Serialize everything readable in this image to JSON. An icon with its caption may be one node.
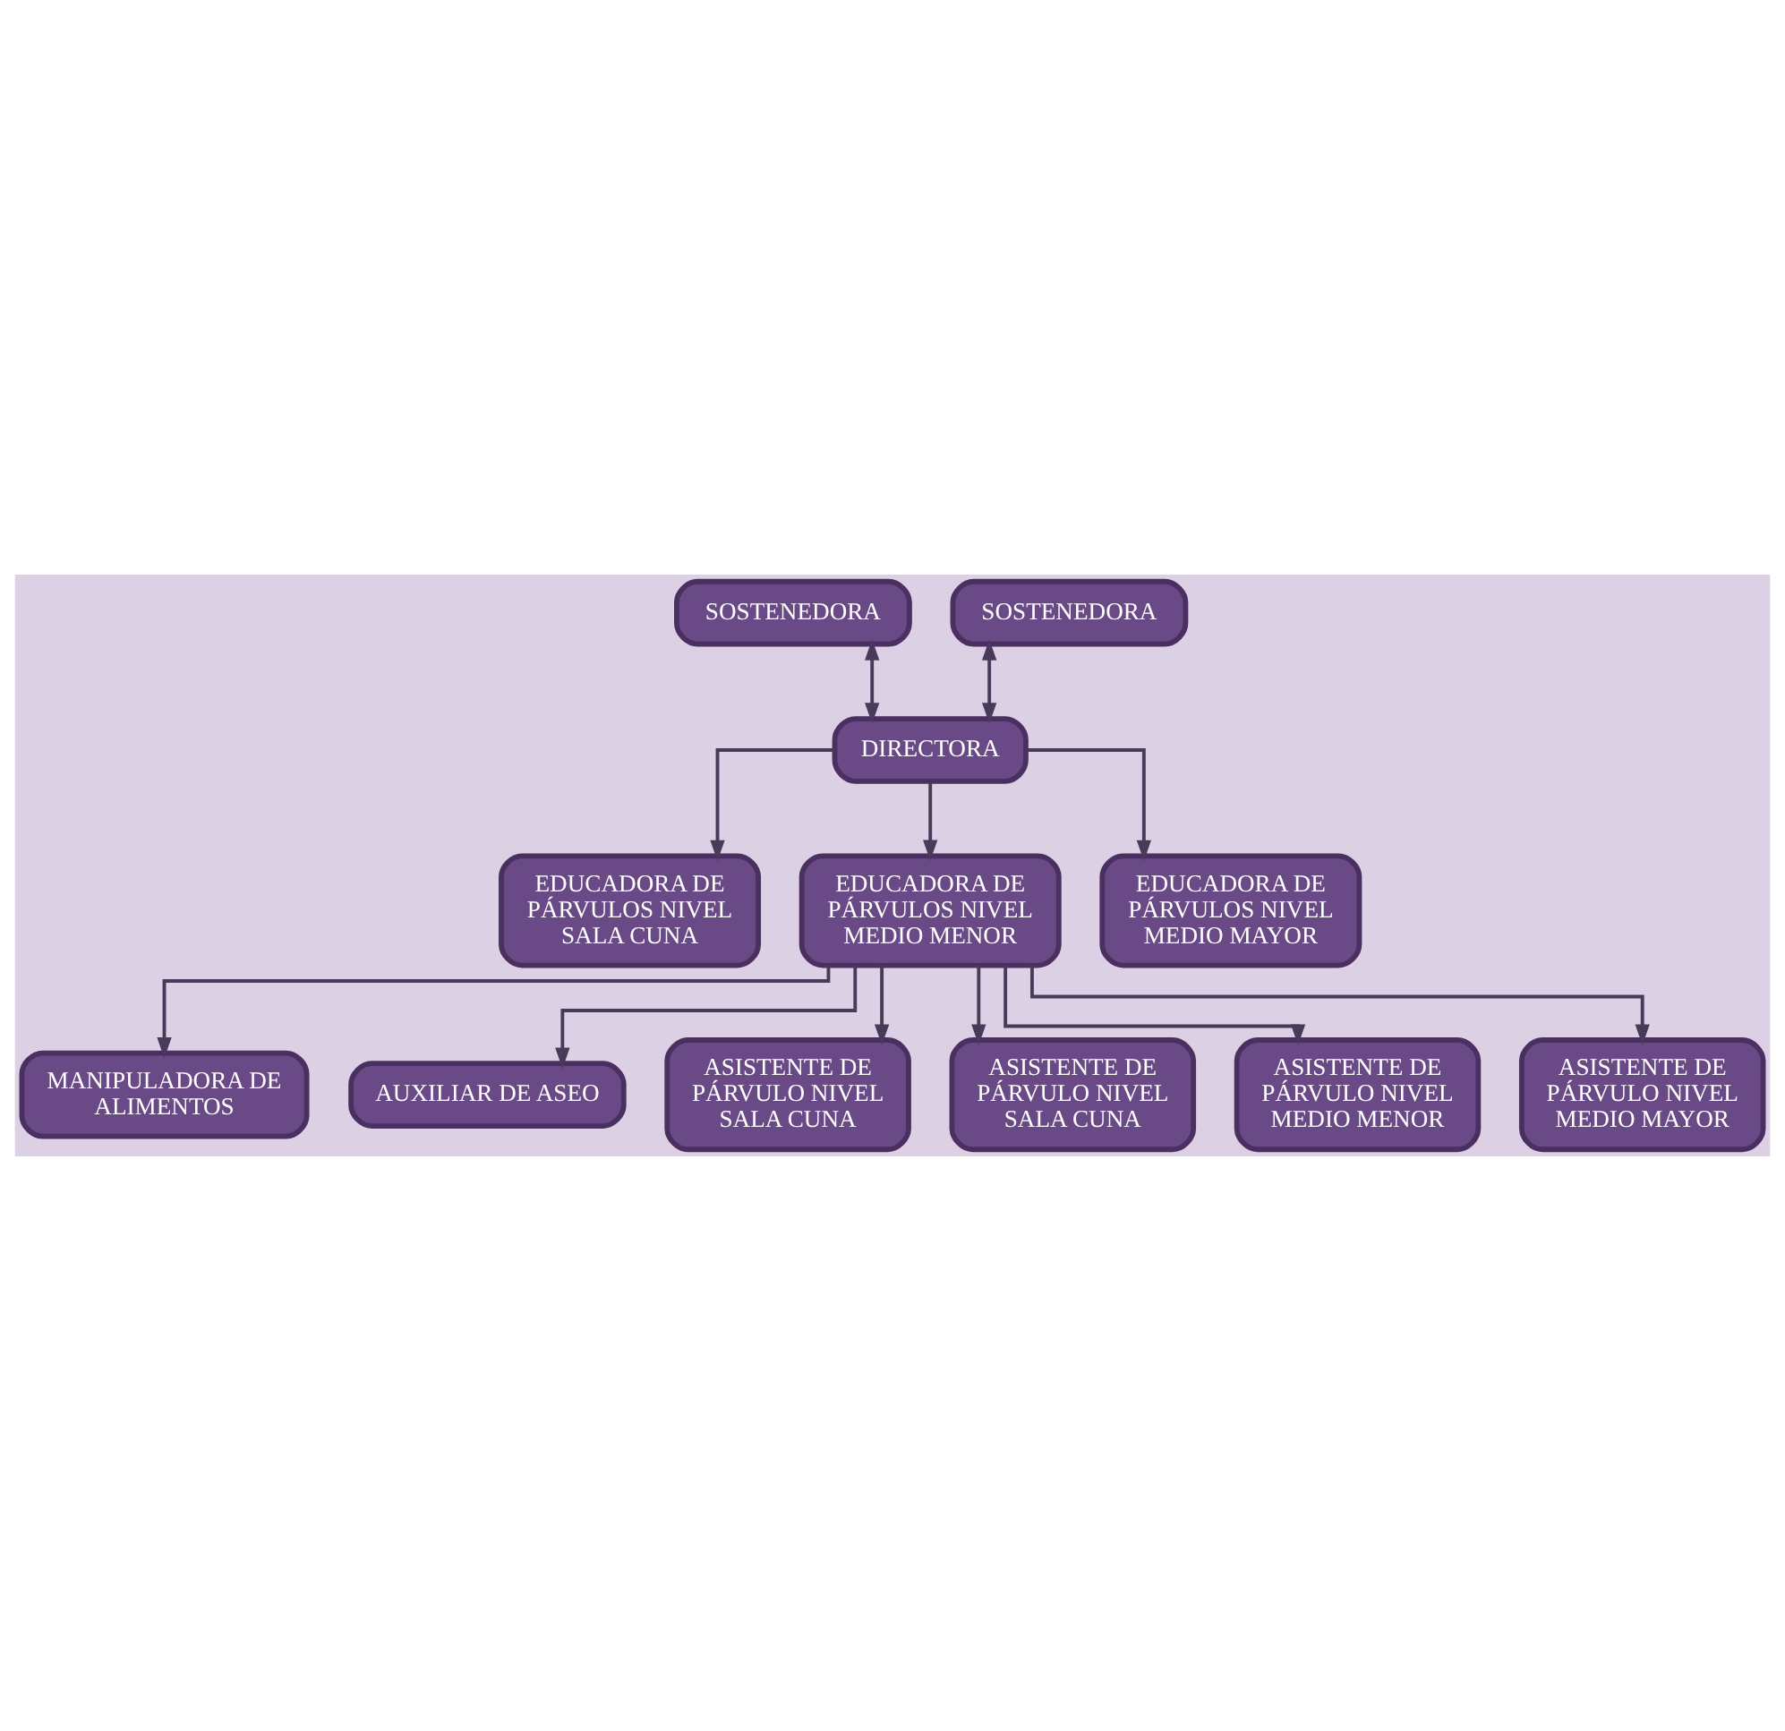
{
  "diagram": {
    "nodes": [
      {
        "text": [
          "SOSTENEDORA"
        ]
      },
      {
        "text": [
          "SOSTENEDORA"
        ]
      },
      {
        "text": [
          "DIRECTORA"
        ]
      },
      {
        "text": [
          "EDUCADORA DE PÁRVULOS NIVEL SALA CUNA"
        ]
      },
      {
        "text": [
          "EDUCADORA DE PÁRVULOS NIVEL MEDIO MENOR"
        ]
      },
      {
        "text": [
          "EDUCADORA DE PÁRVULOS NIVEL MEDIO MAYOR"
        ]
      },
      {
        "text": [
          "MANIPULADORA DE ALIMENTOS"
        ]
      },
      {
        "text": [
          "AUXILIAR DE ASEO"
        ]
      },
      {
        "text": [
          "ASISTENTE DE PÁRVULO NIVEL SALA CUNA"
        ]
      },
      {
        "text": [
          "ASISTENTE DE PÁRVULO NIVEL SALA CUNA"
        ]
      },
      {
        "text": [
          "ASISTENTE DE PÁRVULO NIVEL MEDIO MENOR"
        ]
      },
      {
        "text": [
          "ASISTENTE DE PÁRVULO NIVEL MEDIO MAYOR"
        ]
      }
    ],
    "edges": [
      {
        "from": 0,
        "to": 2,
        "arrow": "both"
      },
      {
        "from": 1,
        "to": 2,
        "arrow": "both"
      },
      {
        "from": 2,
        "to": 3,
        "arrow": "to"
      },
      {
        "from": 2,
        "to": 4,
        "arrow": "to"
      },
      {
        "from": 2,
        "to": 5,
        "arrow": "to"
      },
      {
        "from": 4,
        "to": 6,
        "arrow": "to"
      },
      {
        "from": 4,
        "to": 7,
        "arrow": "to"
      },
      {
        "from": 4,
        "to": 8,
        "arrow": "to"
      },
      {
        "from": 4,
        "to": 9,
        "arrow": "to"
      },
      {
        "from": 4,
        "to": 10,
        "arrow": "to"
      },
      {
        "from": 4,
        "to": 11,
        "arrow": "to"
      }
    ]
  }
}
